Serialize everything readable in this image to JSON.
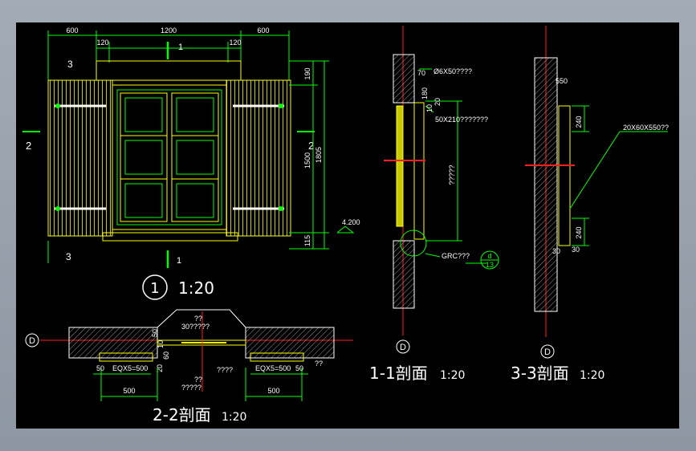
{
  "elevation": {
    "dims_top": [
      "600",
      "1200",
      "600",
      "120",
      "120"
    ],
    "dims_right": [
      "190",
      "1500",
      "1805",
      "115"
    ],
    "level": "4.200",
    "section_marks": [
      "1",
      "1",
      "2",
      "2",
      "3",
      "3"
    ],
    "title_number": "1",
    "title_scale": "1:20"
  },
  "section_2_2": {
    "axis": "D",
    "annotations": [
      "??",
      "30?????",
      "??",
      "?????",
      "????",
      "??"
    ],
    "small_dims": [
      "50",
      "10",
      "60",
      "20",
      "50",
      "50"
    ],
    "eq_dims": [
      "EQX5=500",
      "EQX5=500"
    ],
    "dims_bottom": [
      "500",
      "500"
    ],
    "title": "2-2剖面",
    "scale": "1:20"
  },
  "section_1_1": {
    "axis": "D",
    "annotations": [
      "Ø6X50????",
      "50X210???????",
      "?????",
      "GRC???"
    ],
    "small_dims": [
      "70",
      "180",
      "10",
      "20"
    ],
    "detail_ref": [
      "d",
      "13"
    ],
    "title": "1-1剖面",
    "scale": "1:20"
  },
  "section_3_3": {
    "axis": "D",
    "annotations": [
      "20X60X550??"
    ],
    "small_dims": [
      "550",
      "240",
      "240",
      "30",
      "30"
    ],
    "title": "3-3剖面",
    "scale": "1:20"
  },
  "colors": {
    "background": "#000000",
    "outline": "#ffff00",
    "dimension": "#00ff00",
    "axis": "#ff2020",
    "text": "#ffffff",
    "hatch": "#cccccc"
  }
}
